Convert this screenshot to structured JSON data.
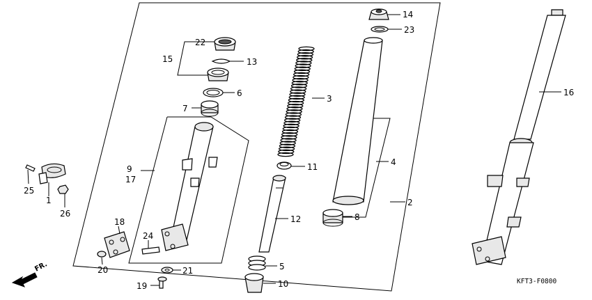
{
  "callouts": {
    "c1": "1",
    "c2": "2",
    "c3": "3",
    "c4": "4",
    "c5": "5",
    "c6": "6",
    "c7": "7",
    "c8": "8",
    "c9": "9",
    "c10": "10",
    "c11": "11",
    "c12": "12",
    "c13": "13",
    "c14": "14",
    "c15": "15",
    "c16": "16",
    "c17": "17",
    "c18": "18",
    "c19": "19",
    "c20": "20",
    "c21": "21",
    "c22": "22",
    "c23": "23",
    "c24": "24",
    "c25": "25",
    "c26": "26"
  },
  "direction_label": "FR.",
  "diagram_code": "KFT3-F0800"
}
